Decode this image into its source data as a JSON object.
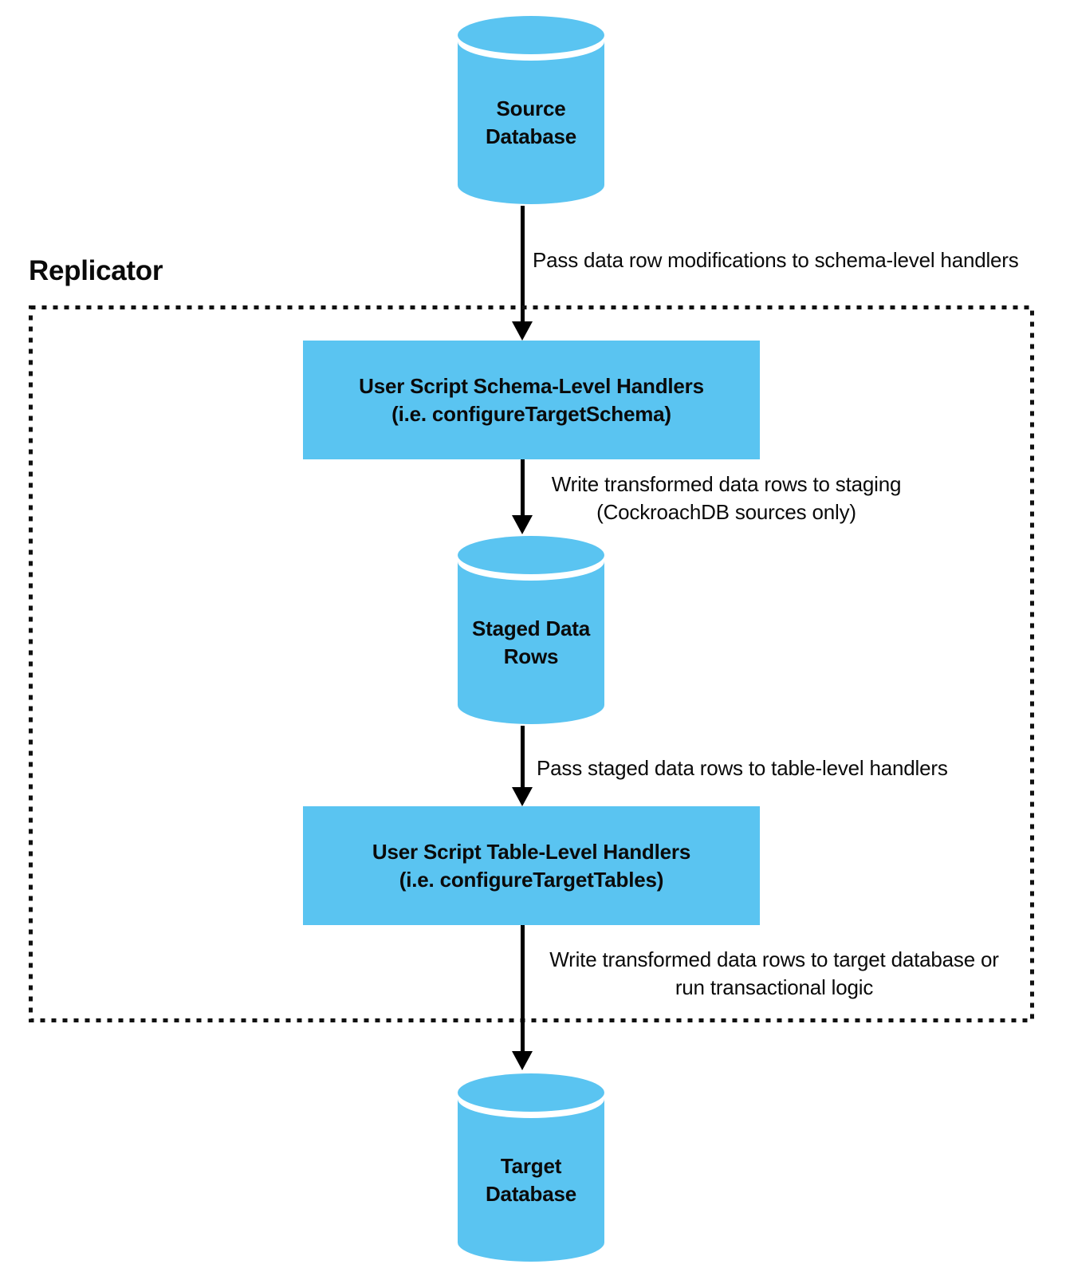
{
  "diagram": {
    "replicator": {
      "label": "Replicator"
    },
    "colors": {
      "node_fill": "#5AC4F1",
      "arrow": "#000000",
      "text": "#0A0A0A"
    },
    "nodes": {
      "source_db": {
        "line1": "Source",
        "line2": "Database"
      },
      "schema_handlers": {
        "line1": "User Script Schema-Level Handlers",
        "line2": "(i.e. configureTargetSchema)"
      },
      "staged_rows": {
        "line1": "Staged Data",
        "line2": "Rows"
      },
      "table_handlers": {
        "line1": "User Script Table-Level Handlers",
        "line2": "(i.e. configureTargetTables)"
      },
      "target_db": {
        "line1": "Target",
        "line2": "Database"
      }
    },
    "edges": {
      "source_to_schema": {
        "label": "Pass data row modifications to schema-level handlers"
      },
      "schema_to_staged": {
        "line1": "Write transformed data rows to staging",
        "line2": "(CockroachDB sources only)"
      },
      "staged_to_table": {
        "label": "Pass staged data rows to table-level handlers"
      },
      "table_to_target": {
        "line1": "Write transformed data rows to target database or",
        "line2": "run transactional logic"
      }
    }
  }
}
